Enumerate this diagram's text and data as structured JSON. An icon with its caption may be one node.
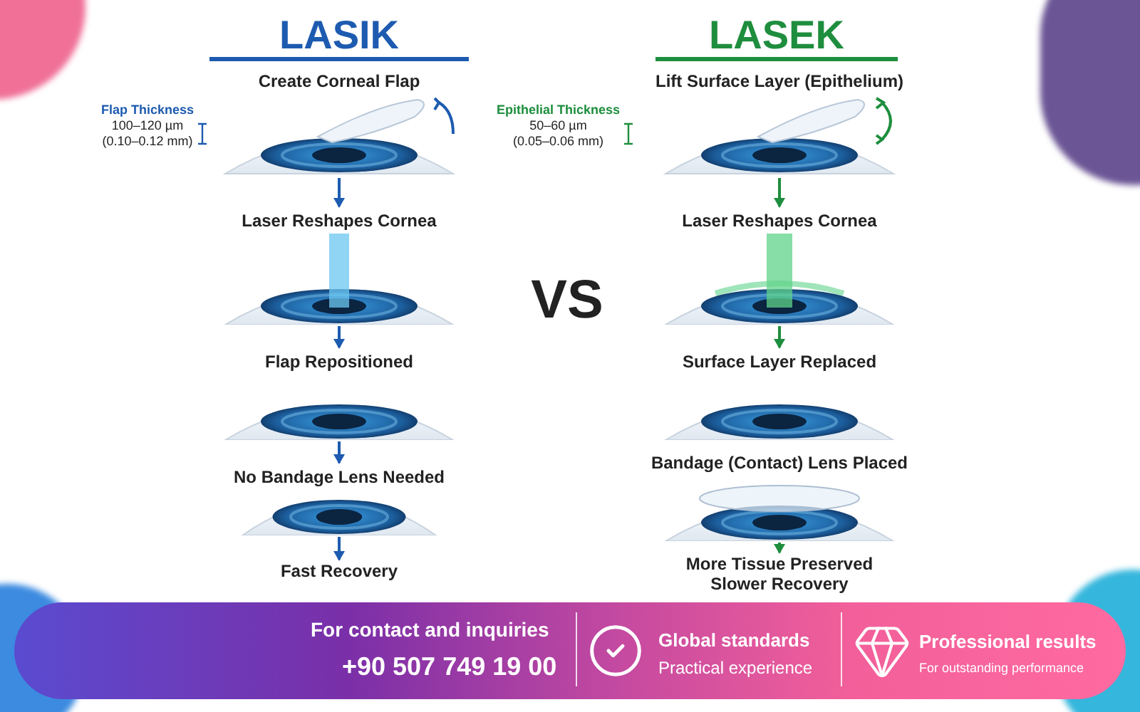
{
  "diagram": {
    "nodes": [
      {
        "text": [
          "Create Corneal Flap"
        ],
        "beside": [
          "Flap Thickness",
          "100–120 µm (0.10–0.12 mm)"
        ]
      },
      {
        "text": [
          "Laser Reshapes Cornea"
        ]
      },
      {
        "text": [
          "Flap Repositioned"
        ]
      },
      {
        "text": [
          "No Bandage Lens Needed"
        ]
      },
      {
        "text": [
          "Fast Recovery"
        ]
      },
      {
        "text": [
          "Lift Surface Layer (Epithelium)"
        ],
        "beside": [
          "Epithelial Thickness",
          "50–60 µm (0.05–0.06 mm)"
        ]
      },
      {
        "text": [
          "Laser Reshapes Cornea"
        ]
      },
      {
        "text": [
          "Surface Layer Replaced"
        ]
      },
      {
        "text": [
          "Bandage (Contact) Lens Placed"
        ]
      },
      {
        "text": [
          "More Tissue Preserved",
          "Slower Recovery"
        ]
      }
    ],
    "edges": [
      {
        "from": 0,
        "to": 1,
        "arrow": "to"
      },
      {
        "from": 1,
        "to": 2,
        "arrow": "to"
      },
      {
        "from": 2,
        "to": 3,
        "arrow": "to"
      },
      {
        "from": 3,
        "to": 4,
        "arrow": "to"
      },
      {
        "from": 5,
        "to": 6,
        "arrow": "to",
        "color": "#1e8e3e"
      },
      {
        "from": 6,
        "to": 7,
        "arrow": "to",
        "color": "#1e8e3e"
      },
      {
        "from": 8,
        "to": 9,
        "arrow": "to",
        "color": "#1e8e3e"
      }
    ],
    "labels": [
      "LASIK",
      "VS",
      "LASEK",
      "For contact and inquiries",
      "+90 507 749 19 00",
      "Global standards",
      "Practical experience",
      "Professional results",
      "For outstanding performance"
    ]
  }
}
